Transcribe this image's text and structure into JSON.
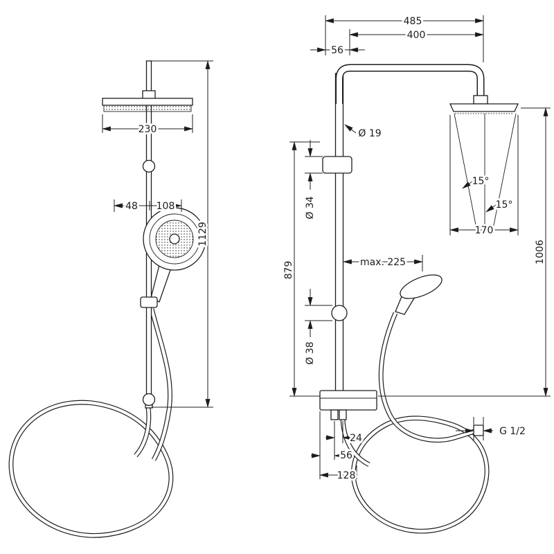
{
  "drawing": {
    "front": {
      "head_width": "230",
      "holder_offset": "48",
      "handshower_width": "108",
      "total_height": "1129"
    },
    "side": {
      "overall_depth": "485",
      "arm_reach": "400",
      "wall_offset": "56",
      "arm_diameter": "Ø 19",
      "bracket_diameter": "Ø 34",
      "bar_length": "879",
      "max_reach": "max. 225",
      "spray_angle_left": "15°",
      "spray_angle_right": "15°",
      "head_depth": "170",
      "head_height": "1006",
      "joint_diameter": "Ø 38",
      "thread_size": "G 1/2",
      "port_spacing": "24",
      "port_offset": "56",
      "connection_width": "128"
    }
  },
  "colors": {
    "line": "#1c1c1c",
    "background": "#ffffff"
  }
}
